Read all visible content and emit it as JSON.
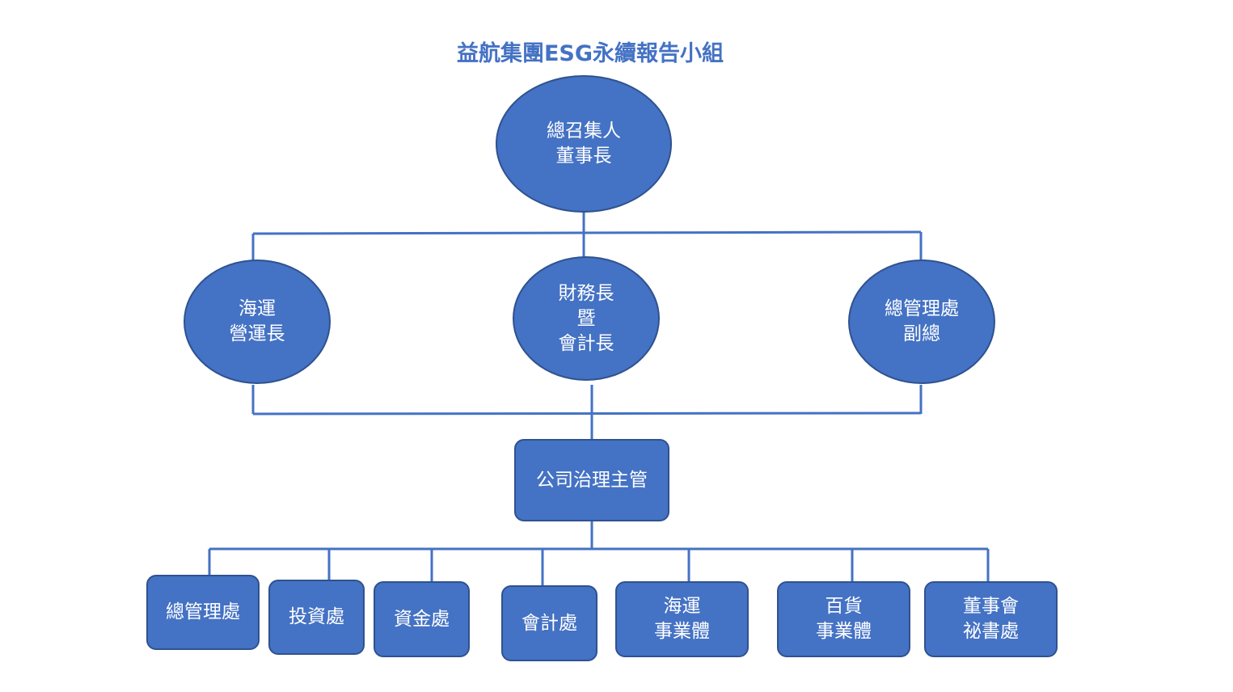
{
  "title": "益航集團ESG永續報告小組",
  "top": {
    "line1": "總召集人",
    "line2": "董事長"
  },
  "level2": [
    {
      "line1": "海運",
      "line2": "營運長"
    },
    {
      "line1": "財務長",
      "line2": "暨",
      "line3": "會計長"
    },
    {
      "line1": "總管理處",
      "line2": "副總"
    }
  ],
  "governance": {
    "label": "公司治理主管"
  },
  "units": [
    {
      "line1": "總管理處"
    },
    {
      "line1": "投資處"
    },
    {
      "line1": "資金處"
    },
    {
      "line1": "會計處"
    },
    {
      "line1": "海運",
      "line2": "事業體"
    },
    {
      "line1": "百貨",
      "line2": "事業體"
    },
    {
      "line1": "董事會",
      "line2": "祕書處"
    }
  ],
  "colors": {
    "node_fill": "#4472c4",
    "node_border": "#2f528f",
    "connector": "#4472c4",
    "title": "#4472c4",
    "text": "#ffffff"
  }
}
